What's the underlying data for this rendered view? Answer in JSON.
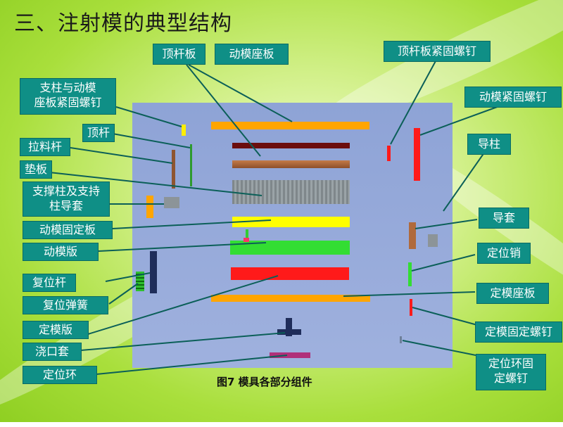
{
  "title": "三、注射模的典型结构",
  "caption": "图7    模具各部分组件",
  "labels": {
    "ejector_plate": "顶杆板",
    "moving_clamp_plate": "动模座板",
    "ejector_plate_screw": "顶杆板紧固螺钉",
    "pillar_screw_l1": "支柱与动模",
    "pillar_screw_l2": "座板紧固螺钉",
    "moving_mold_screw": "动模紧固螺钉",
    "ejector_pin": "顶杆",
    "guide_pillar": "导柱",
    "sprue_puller": "拉料杆",
    "spacer": "垫板",
    "support_l1": "支撑柱及支持",
    "support_l2": "柱导套",
    "guide_bush": "导套",
    "moving_retainer": "动模固定板",
    "locating_pin": "定位销",
    "moving_plate": "动模版",
    "return_pin": "复位杆",
    "fixed_clamp_plate": "定模座板",
    "return_spring": "复位弹簧",
    "fixed_plate_screw": "定模固定螺钉",
    "fixed_plate": "定模版",
    "sprue_bush": "浇口套",
    "locating_ring_screw_l1": "定位环固",
    "locating_ring_screw_l2": "定螺钉",
    "locating_ring": "定位环"
  },
  "colors": {
    "label_bg": "#0f8f86",
    "panel": "#96a9db",
    "orange": "#ffa500",
    "dark_red": "#6b0d0d",
    "wood": "#b06a3c",
    "grey": "#8c9498",
    "yellow": "#ffff00",
    "green": "#33dd33",
    "red": "#ff1a1a",
    "navy": "#1f2d5a",
    "magenta": "#b0307a"
  }
}
